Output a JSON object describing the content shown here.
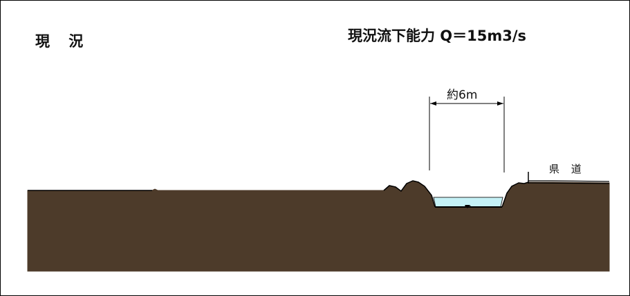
{
  "diagram": {
    "title_left": "現 況",
    "title_right": "現況流下能力 Q＝15m3/s",
    "width_label": "約6m",
    "road_label": "県 道"
  },
  "colors": {
    "ground": "#4d3b2a",
    "water": "#c5f1f6",
    "water_edge": "#2a2a2a",
    "line": "#000000"
  }
}
